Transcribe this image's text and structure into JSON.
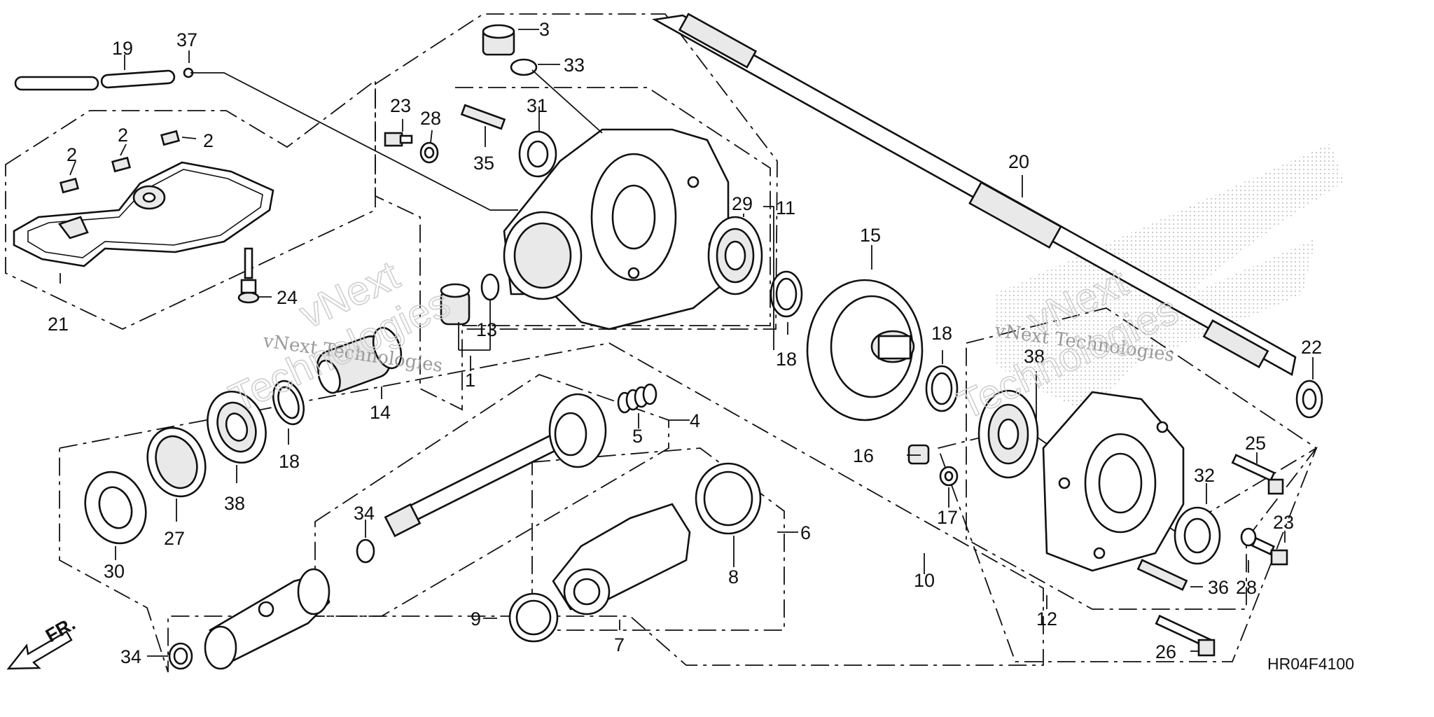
{
  "diagram_code": "HR04F4100",
  "front_marker": "FR.",
  "watermark": {
    "small": "vNext Technologies",
    "big_line1": "vNext",
    "big_line2": "Technologies"
  },
  "callouts": {
    "c1": "1",
    "c2a": "2",
    "c2b": "2",
    "c2c": "2",
    "c3": "3",
    "c4": "4",
    "c5": "5",
    "c6": "6",
    "c7": "7",
    "c8": "8",
    "c9": "9",
    "c10": "10",
    "c11": "11",
    "c12": "12",
    "c13": "13",
    "c14": "14",
    "c15": "15",
    "c16": "16",
    "c17": "17",
    "c18a": "18",
    "c18b": "18",
    "c18c": "18",
    "c19": "19",
    "c20": "20",
    "c21": "21",
    "c22": "22",
    "c23a": "23",
    "c23b": "23",
    "c24": "24",
    "c25": "25",
    "c26": "26",
    "c27": "27",
    "c28a": "28",
    "c28b": "28",
    "c29": "29",
    "c30": "30",
    "c31": "31",
    "c32": "32",
    "c33": "33",
    "c34a": "34",
    "c34b": "34",
    "c35": "35",
    "c36": "36",
    "c37": "37",
    "c38a": "38",
    "c38b": "38"
  }
}
